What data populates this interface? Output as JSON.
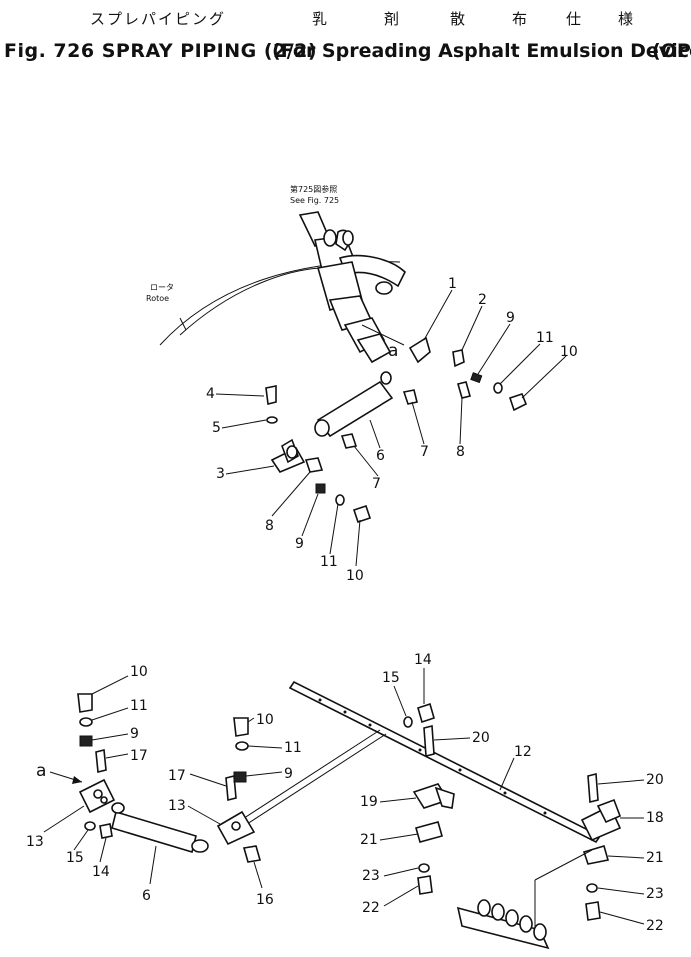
{
  "header": {
    "jp_title": "スプレパイピング",
    "jp_sub": [
      "乳",
      "剤",
      "散",
      "布",
      "仕",
      "様"
    ],
    "fig_label": "Fig. 726",
    "title": "SPRAY PIPING (2/2)",
    "subtitle": "(For Spreading Asphalt Emulsion Device)",
    "option": "(OP)"
  },
  "annotations": {
    "see_ref_jp": "第725図参照",
    "see_ref": "See Fig. 725",
    "rotor_jp": "ロータ",
    "rotor": "Rotoe",
    "point_a_top": "a",
    "point_a_bottom": "a"
  },
  "callouts": {
    "top": [
      "1",
      "2",
      "9",
      "11",
      "10",
      "4",
      "5",
      "3",
      "6",
      "7",
      "8",
      "8",
      "9",
      "11",
      "10",
      "7"
    ],
    "bottom": [
      "10",
      "11",
      "9",
      "17",
      "13",
      "15",
      "14",
      "6",
      "10",
      "11",
      "9",
      "17",
      "13",
      "16",
      "15",
      "14",
      "20",
      "12",
      "19",
      "21",
      "23",
      "22",
      "20",
      "18",
      "21",
      "23",
      "22"
    ]
  }
}
